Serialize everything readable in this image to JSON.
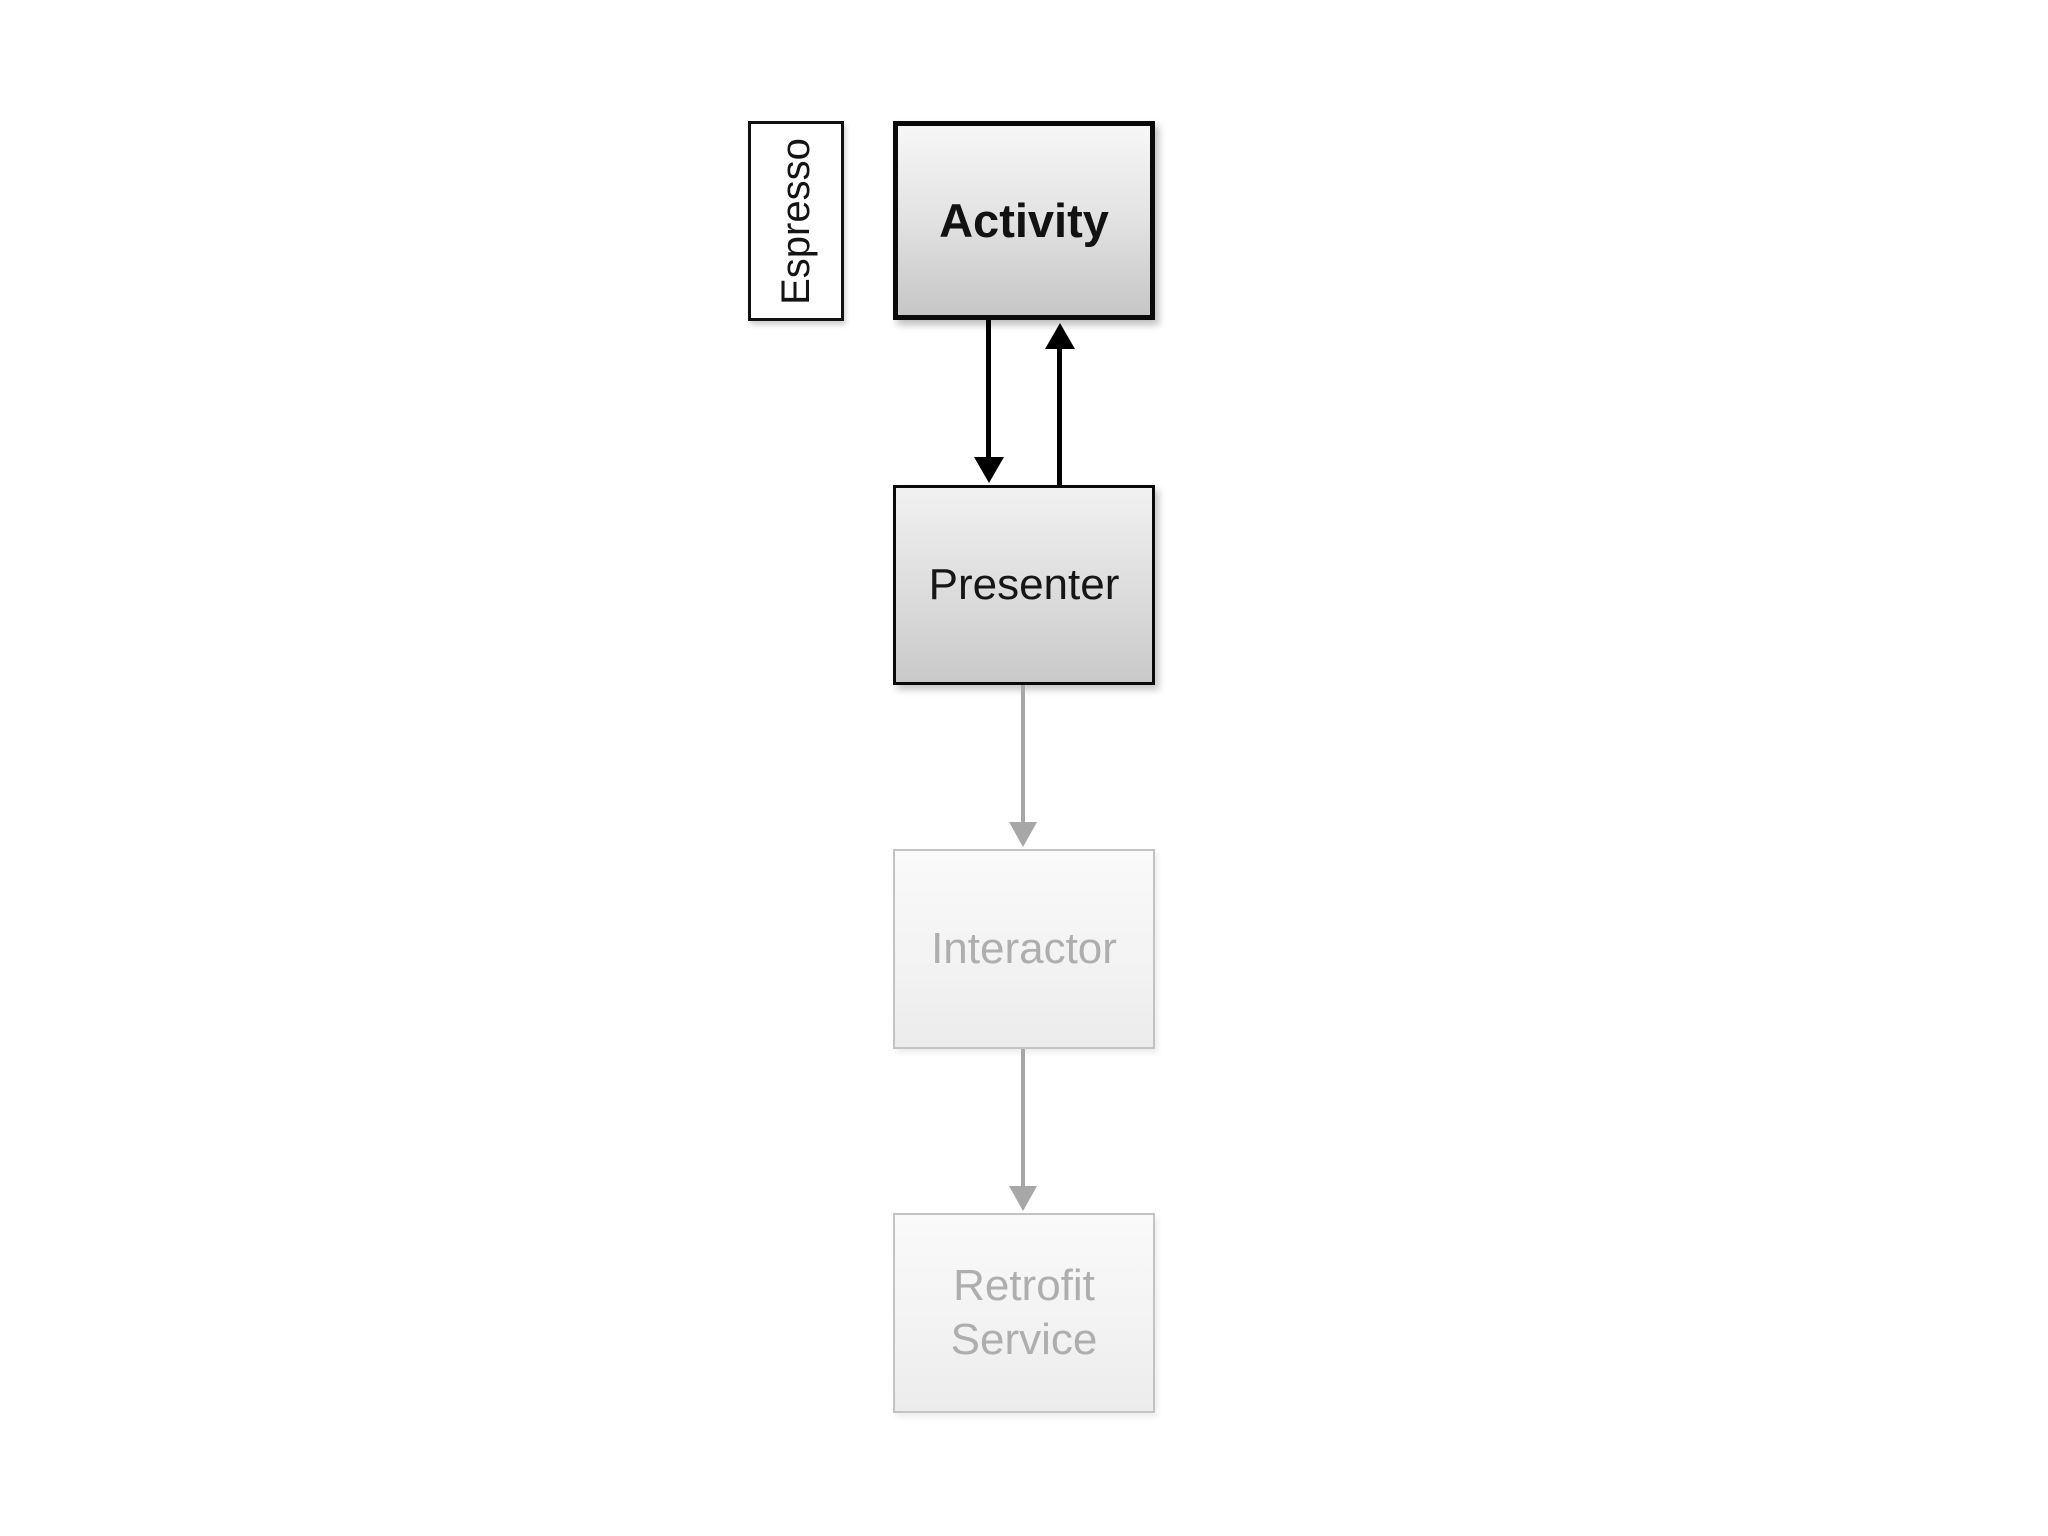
{
  "diagram": {
    "title_context": "MVP architecture flow diagram",
    "framework_label": {
      "text": "Espresso",
      "orientation": "rotated-90-ccw"
    },
    "nodes": [
      {
        "id": "activity",
        "label": "Activity",
        "state": "highlighted-bold"
      },
      {
        "id": "presenter",
        "label": "Presenter",
        "state": "highlighted"
      },
      {
        "id": "interactor",
        "label": "Interactor",
        "state": "faded"
      },
      {
        "id": "retrofit-service",
        "label": "Retrofit Service",
        "state": "faded"
      }
    ],
    "edges": [
      {
        "from": "activity",
        "to": "presenter",
        "direction": "down",
        "style": "solid-black"
      },
      {
        "from": "presenter",
        "to": "activity",
        "direction": "up",
        "style": "solid-black"
      },
      {
        "from": "presenter",
        "to": "interactor",
        "direction": "down",
        "style": "solid-gray"
      },
      {
        "from": "interactor",
        "to": "retrofit-service",
        "direction": "down",
        "style": "solid-gray"
      }
    ],
    "colors": {
      "background": "#ffffff",
      "active_border": "#0a0a0a",
      "active_text": "#121212",
      "active_fill_top": "#f7f7f7",
      "active_fill_bottom": "#c6c6c6",
      "faded_border": "#c3c3c3",
      "faded_text": "#aeaeae",
      "faded_fill_top": "#fafafa",
      "faded_fill_bottom": "#ececec",
      "black_arrow": "#000000",
      "gray_arrow": "#a7a7a7"
    }
  }
}
